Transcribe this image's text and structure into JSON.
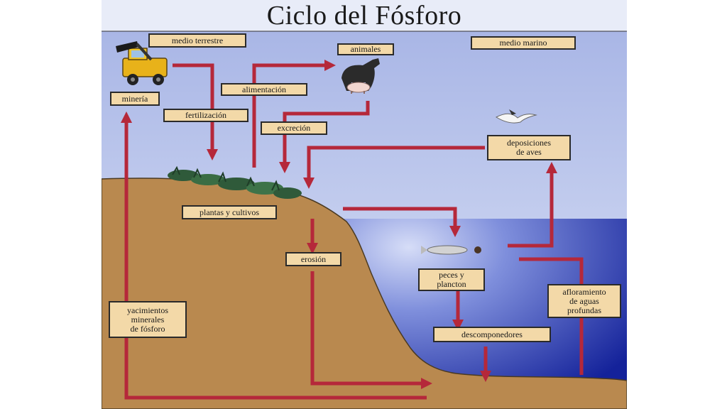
{
  "title": "Ciclo del Fósforo",
  "labels": {
    "medio_terrestre": "medio terrestre",
    "medio_marino": "medio marino",
    "animales": "animales",
    "alimentacion": "alimentación",
    "mineria": "minería",
    "fertilizacion": "fertilización",
    "excrecion": "excreción",
    "deposiciones_aves": "deposiciones\nde aves",
    "plantas_cultivos": "plantas y cultivos",
    "erosion": "erosión",
    "peces_plancton": "peces y\nplancton",
    "afloramiento": "afloramiento\nde aguas\nprofundas",
    "descomponedores": "descomponedores",
    "yacimientos": "yacimientos\nminerales\nde fósforo"
  },
  "colors": {
    "sky_top": "#a9b6e6",
    "sky_bottom": "#dde4f6",
    "land": "#b9894f",
    "sea_light": "#b7c3ee",
    "sea_dark": "#1a2a9e",
    "arrow": "#b5283a",
    "label_bg": "#f3d9a8"
  }
}
